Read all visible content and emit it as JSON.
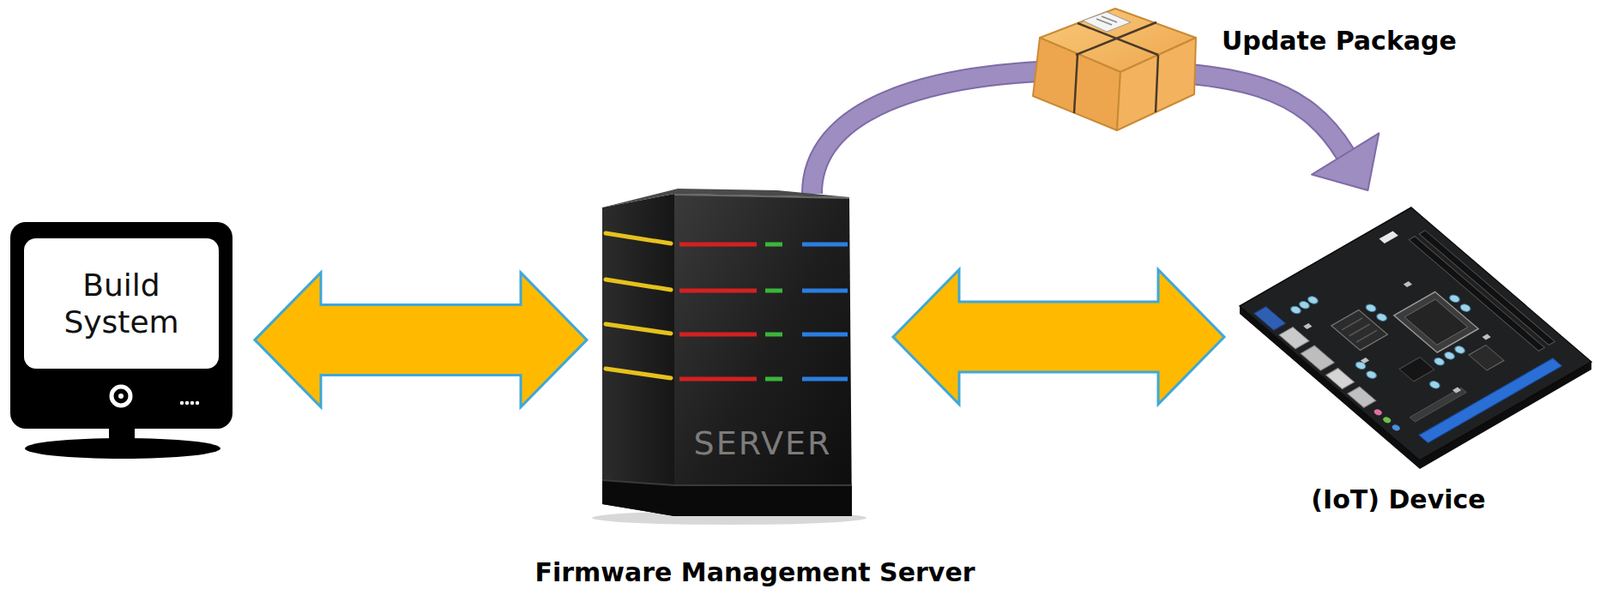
{
  "diagram": {
    "nodes": [
      {
        "text": [
          "Build System"
        ]
      },
      {
        "text": [
          "Firmware Management Server"
        ]
      },
      {
        "text": [
          "(IoT) Device"
        ]
      }
    ],
    "edges": [
      {
        "from": 0,
        "to": 1,
        "arrow": "both"
      },
      {
        "from": 1,
        "to": 2,
        "arrow": "both"
      },
      {
        "from": 1,
        "to": 2,
        "arrow": "to",
        "label": "Update Package"
      }
    ],
    "labels": [
      "SERVER"
    ]
  }
}
